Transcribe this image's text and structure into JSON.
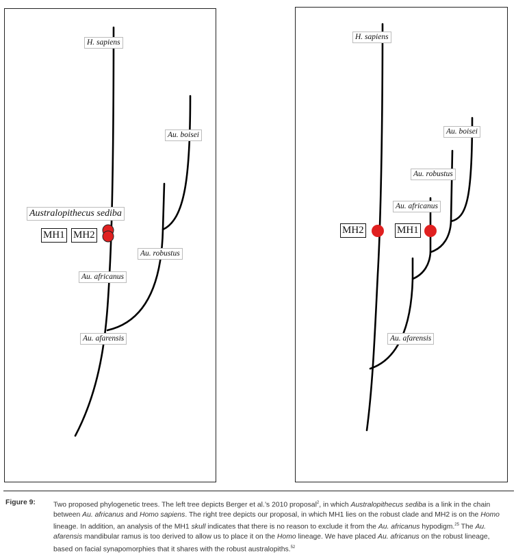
{
  "left_tree": {
    "labels": {
      "h_sapiens": "H. sapiens",
      "au_boisei": "Au. boisei",
      "sediba": "Australopithecus sediba",
      "mh1": "MH1",
      "mh2": "MH2",
      "au_robustus": "Au. robustus",
      "au_africanus": "Au. africanus",
      "au_afarensis": "Au. afarensis"
    }
  },
  "right_tree": {
    "labels": {
      "h_sapiens": "H. sapiens",
      "au_boisei": "Au. boisei",
      "au_robustus": "Au. robustus",
      "au_africanus": "Au. africanus",
      "mh2": "MH2",
      "mh1": "MH1",
      "au_afarensis": "Au. afarensis"
    }
  },
  "colors": {
    "specimen_dot": "#e02020",
    "line": "#000000"
  },
  "caption": {
    "figure_label": "Figure 9:",
    "t1": "Two proposed phylogenetic trees. The left tree depicts Berger et al.’s 2010 proposal",
    "ref1": "2",
    "t2": ", in which ",
    "i1": "Australopithecus sediba",
    "t3": " is a link in the chain between ",
    "i2": "Au. africanus",
    "t4": " and ",
    "i3": "Homo sapiens",
    "t5": ". The right tree depicts our proposal, in which MH1 lies on the robust clade and MH2 is on the ",
    "i4": "Homo",
    "t6": " lineage. In addition, an analysis of the MH1 ",
    "i5": "skull",
    "t7": " indicates that there is no reason to exclude it from the ",
    "i6": "Au. africanus",
    "t8": " hypodigm.",
    "ref2": "25",
    "t9": " The ",
    "i7": "Au. afarensis",
    "t10": " mandibular ramus is too derived to allow us to place it on the ",
    "i8": "Homo",
    "t11": " lineage. We have placed ",
    "i9": "Au. africanus",
    "t12": " on the robust lineage, based on facial synapomorphies that it shares with the robust australopiths.",
    "ref3": "52"
  }
}
